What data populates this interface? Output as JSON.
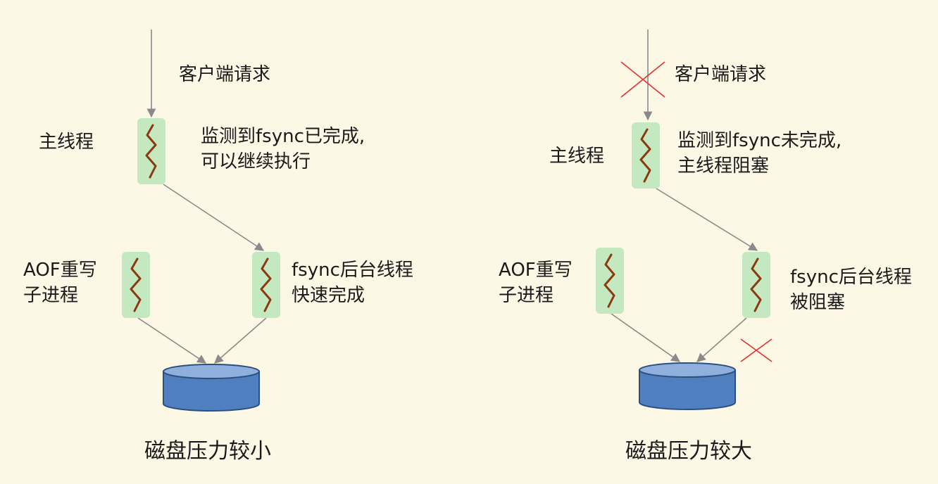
{
  "left_panel": {
    "request_label": "客户端请求",
    "main_thread_label": "主线程",
    "main_thread_note_line1": "监测到fsync已完成,",
    "main_thread_note_line2": "可以继续执行",
    "aof_label_line1": "AOF重写",
    "aof_label_line2": "子进程",
    "fsync_label_line1": "fsync后台线程",
    "fsync_label_line2": "快速完成",
    "caption": "磁盘压力较小"
  },
  "right_panel": {
    "request_label": "客户端请求",
    "main_thread_label": "主线程",
    "main_thread_note_line1": "监测到fsync未完成,",
    "main_thread_note_line2": "主线程阻塞",
    "aof_label_line1": "AOF重写",
    "aof_label_line2": "子进程",
    "fsync_label_line1": "fsync后台线程",
    "fsync_label_line2": "被阻塞",
    "caption": "磁盘压力较大"
  },
  "colors": {
    "background": "#fdf8e6",
    "thread_fill": "#c4e8c0",
    "thread_squiggle": "#8b3a10",
    "disk_fill": "#4f7fbf",
    "disk_top": "#8fb0dd",
    "disk_stroke": "#2b4f80",
    "arrow": "#8a8a8a",
    "blocked_mark": "#e03030"
  }
}
